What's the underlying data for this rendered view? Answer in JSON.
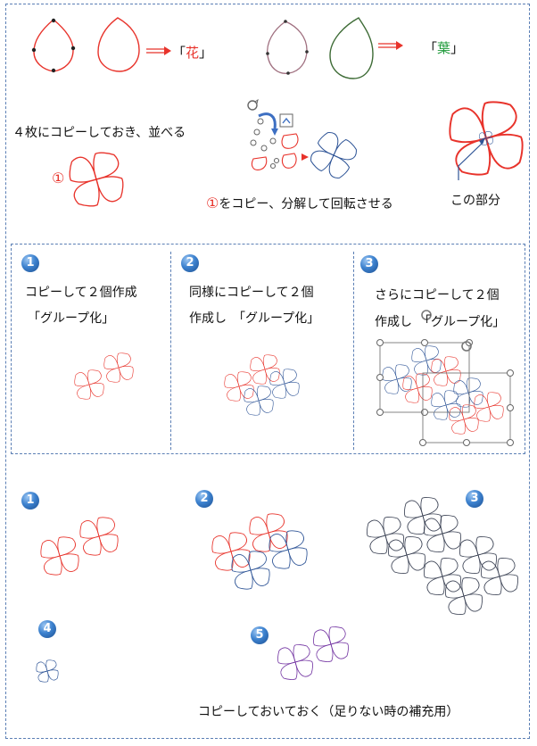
{
  "colors": {
    "flower": "#e8332b",
    "leaf": "#3d6b35",
    "blue": "#2f5597",
    "dark": "#3b4254",
    "purple": "#7030a0",
    "frame": "#5b7fb5"
  },
  "top": {
    "label_flower": "「花」",
    "label_flower_open": "「",
    "label_flower_char": "花",
    "label_flower_close": "」",
    "label_leaf_open": "「",
    "label_leaf_char": "葉",
    "label_leaf_close": "」",
    "copy_arrange": "４枚にコピーしておき、並べる",
    "marker1": "①",
    "copy_rotate_marker": "①",
    "copy_rotate": "をコピー、分解して回転させる",
    "this_part": "この部分"
  },
  "steps": [
    {
      "num": "1",
      "line1": "コピーして２個作成",
      "line2": "「グループ化」"
    },
    {
      "num": "2",
      "line1": "同様にコピーして２個",
      "line2": "作成し　「グループ化」"
    },
    {
      "num": "3",
      "line1": "さらにコピーして２個",
      "line2": "作成し　「グループ化」"
    }
  ],
  "bottom": {
    "badges": [
      "1",
      "2",
      "3",
      "4",
      "5"
    ],
    "note": "コピーしておいておく（足りない時の補充用）"
  }
}
